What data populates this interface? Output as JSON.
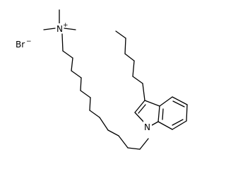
{
  "molecule": {
    "counter_ion": {
      "symbol": "Br",
      "charge": "−"
    },
    "ammonium": {
      "symbol": "N",
      "charge": "+"
    },
    "indole_nitrogen": {
      "symbol": "N"
    }
  }
}
